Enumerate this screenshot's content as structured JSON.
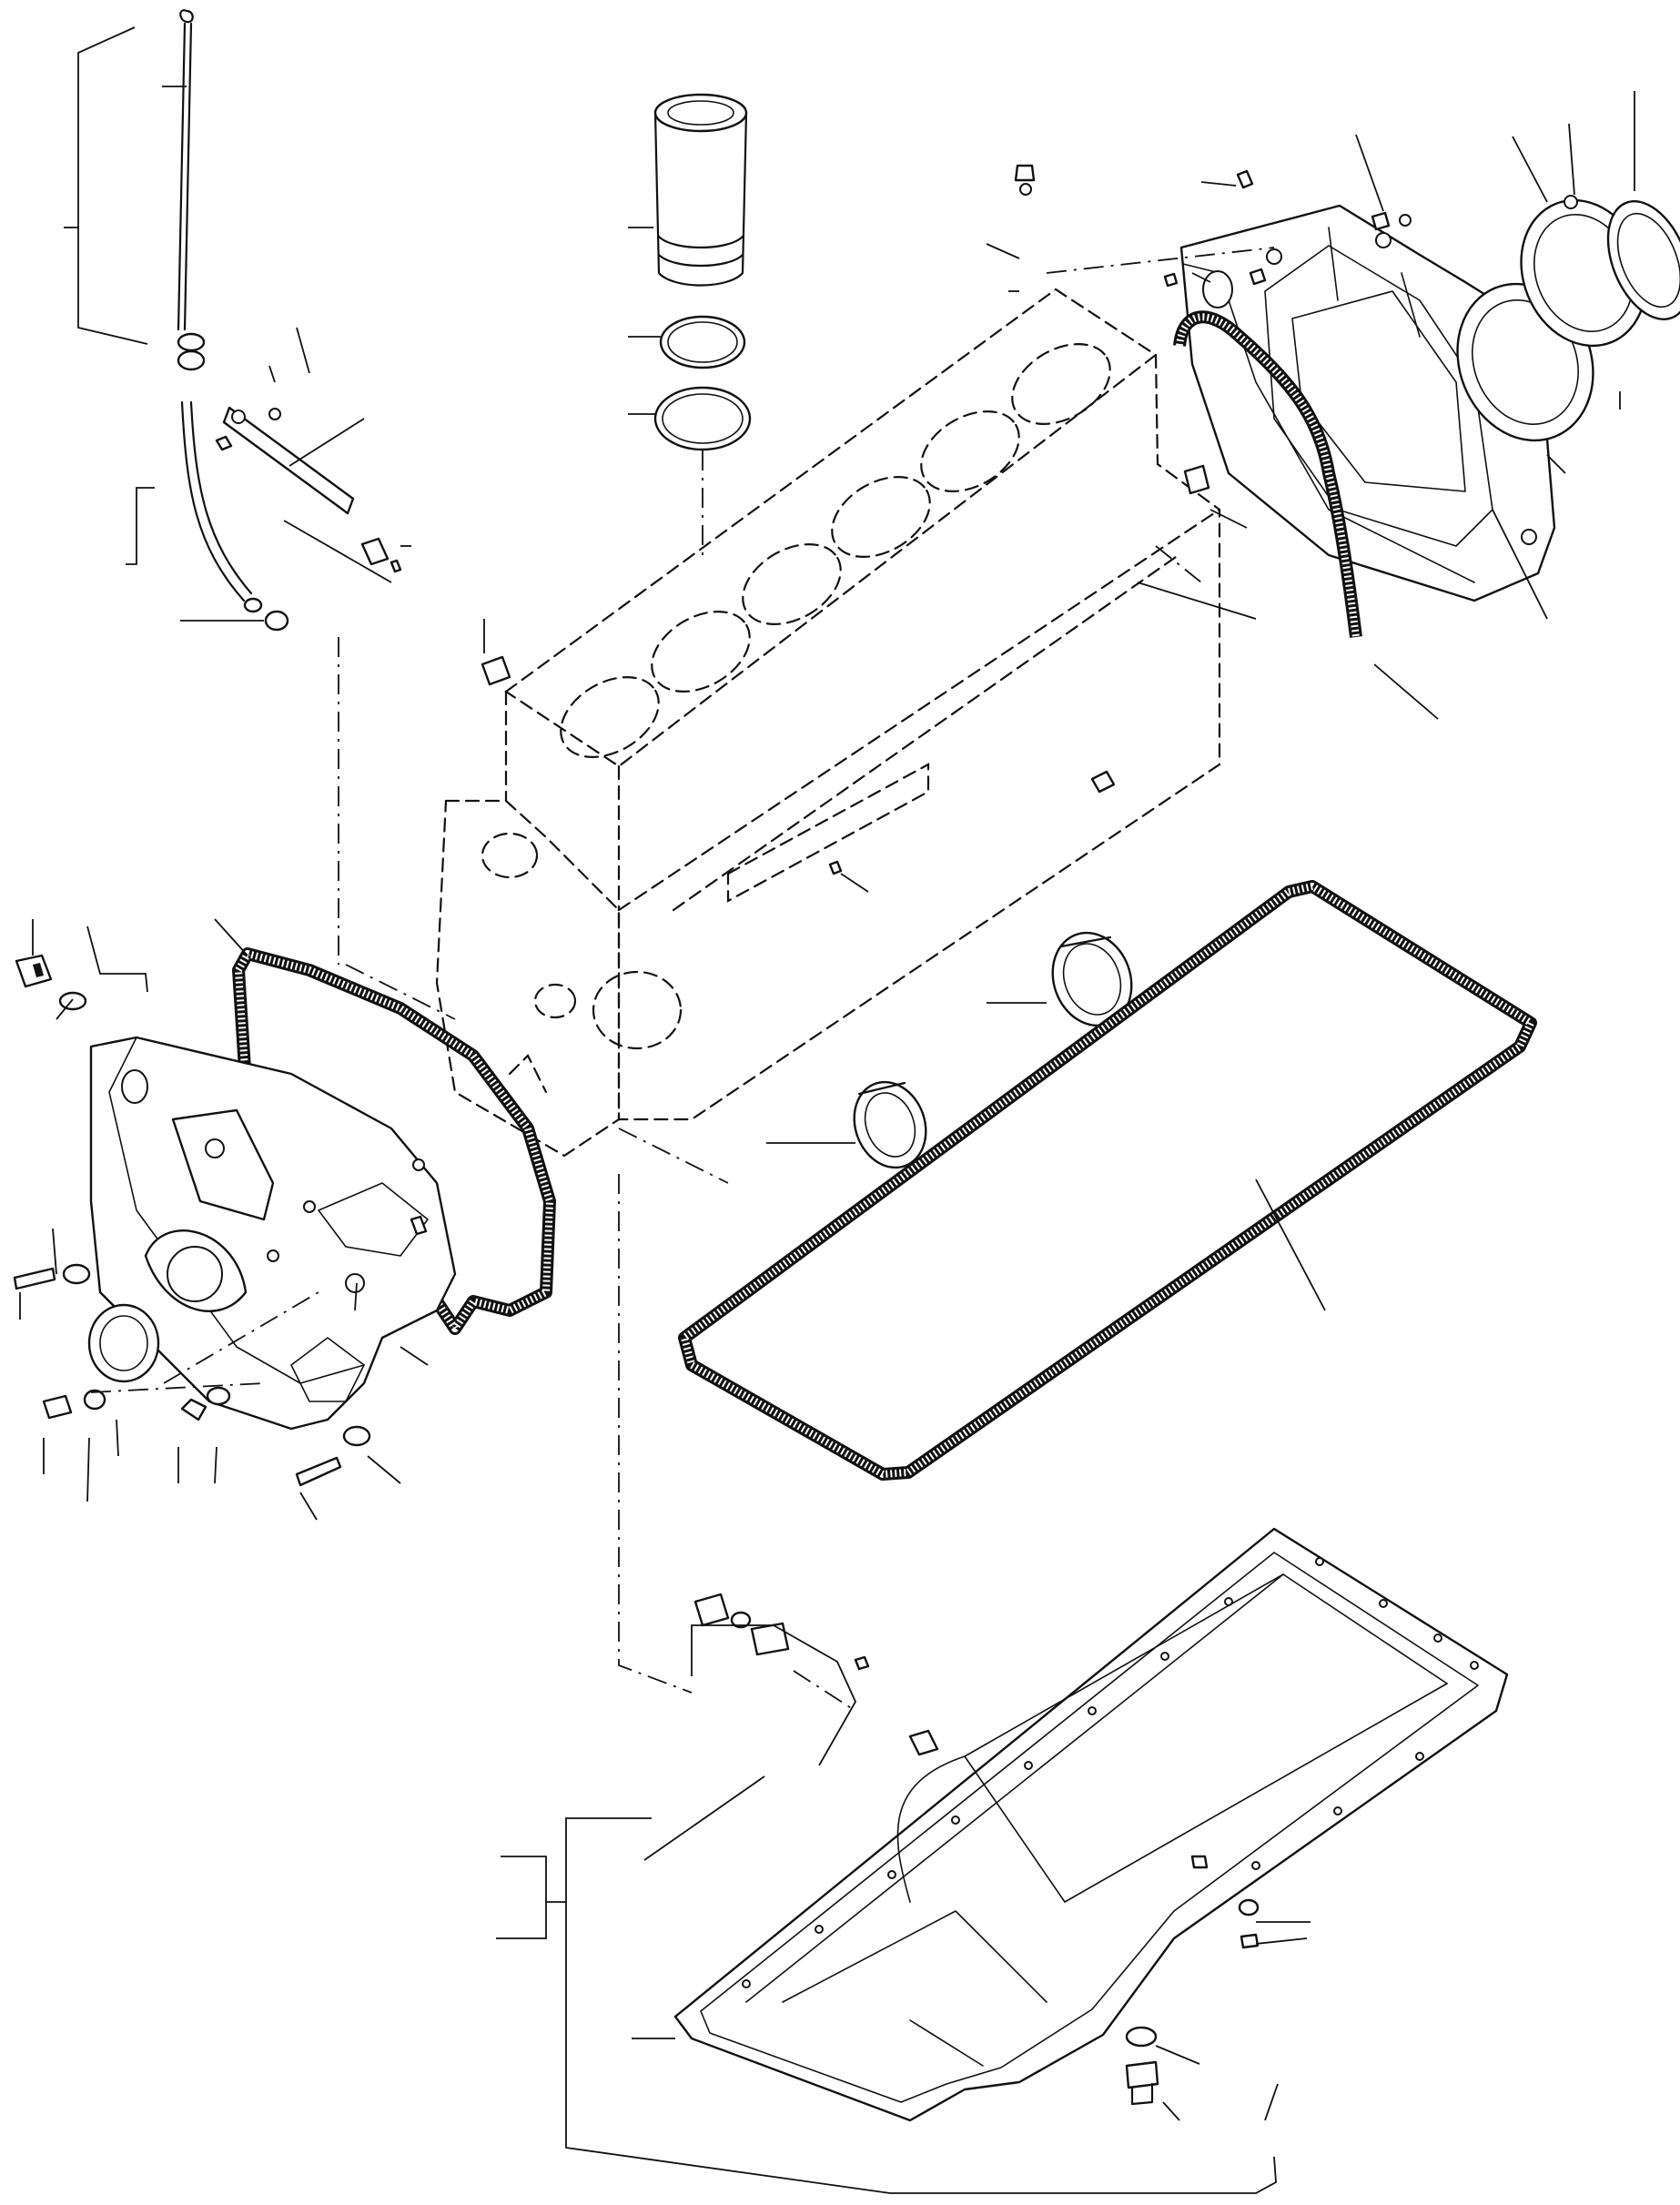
{
  "title": "",
  "callouts": [],
  "parts": [
    {
      "id": "dipstick"
    },
    {
      "id": "dipstick-tube"
    },
    {
      "id": "tube-bracket"
    },
    {
      "id": "cylinder-liner"
    },
    {
      "id": "liner-o-ring-upper"
    },
    {
      "id": "liner-o-ring-lower"
    },
    {
      "id": "cylinder-block"
    },
    {
      "id": "flywheel-housing"
    },
    {
      "id": "flywheel-housing-gasket"
    },
    {
      "id": "rear-crankshaft-seal"
    },
    {
      "id": "timing-gear-cover"
    },
    {
      "id": "timing-cover-gasket"
    },
    {
      "id": "front-crankshaft-seal"
    },
    {
      "id": "oil-pan-gasket"
    },
    {
      "id": "oil-pan"
    },
    {
      "id": "drain-plug"
    },
    {
      "id": "cam-bushing"
    }
  ]
}
